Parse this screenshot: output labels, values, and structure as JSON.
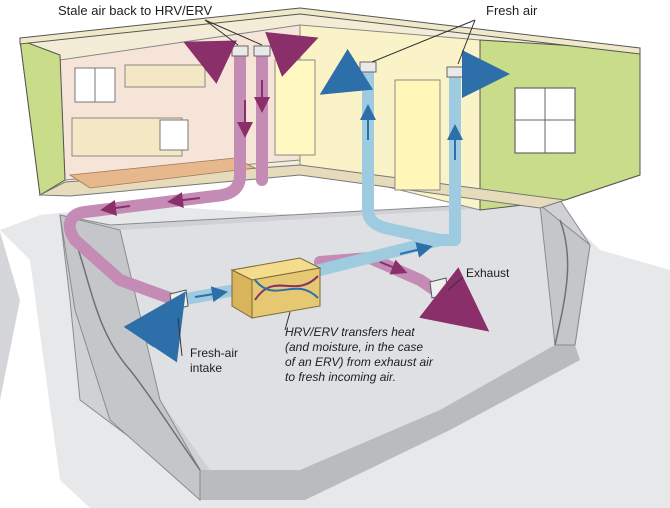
{
  "labels": {
    "stale_air": "Stale air back to HRV/ERV",
    "fresh_air": "Fresh air",
    "exhaust": "Exhaust",
    "intake_line1": "Fresh-air",
    "intake_line2": "intake",
    "hrv_line1": "HRV/ERV transfers heat",
    "hrv_line2": "(and moisture, in the case",
    "hrv_line3": "of an ERV) from exhaust air",
    "hrv_line4": "to fresh incoming air."
  },
  "colors": {
    "stale_duct": "#c48cb4",
    "fresh_duct": "#9fcbe0",
    "wall_green": "#c9dc8a",
    "slab": "#d8d9dc",
    "hrv_box": "#e7c872"
  }
}
